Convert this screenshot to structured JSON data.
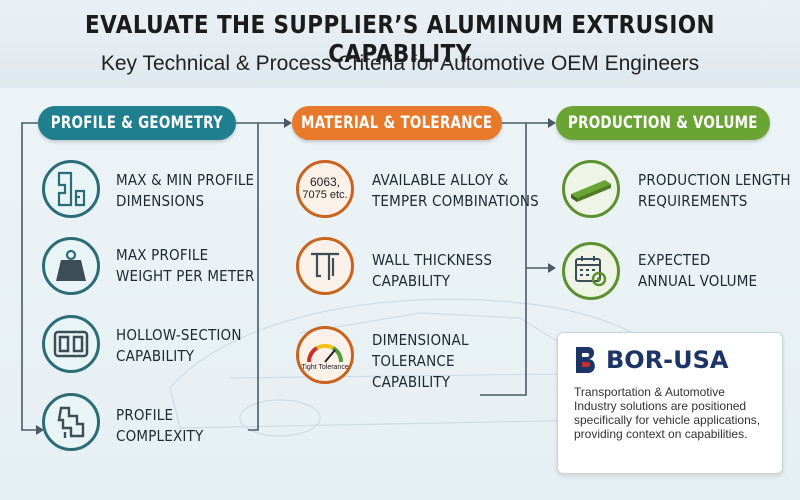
{
  "header": {
    "title": "EVALUATE THE SUPPLIER’S ALUMINUM EXTRUSION CAPABILITY",
    "subtitle": "Key Technical & Process Criteria for Automotive OEM Engineers"
  },
  "columns": [
    {
      "heading": "PROFILE & GEOMETRY",
      "accent": "#1f7f8f",
      "items": [
        {
          "icon": "profile-dimensions-icon",
          "lines": [
            "MAX & MIN PROFILE",
            "DIMENSIONS"
          ]
        },
        {
          "icon": "weight-icon",
          "lines": [
            "MAX PROFILE",
            "WEIGHT PER METER"
          ]
        },
        {
          "icon": "hollow-section-icon",
          "lines": [
            "HOLLOW-SECTION",
            "CAPABILITY"
          ]
        },
        {
          "icon": "complex-profile-icon",
          "lines": [
            "PROFILE",
            "COMPLEXITY"
          ]
        }
      ]
    },
    {
      "heading": "MATERIAL & TOLERANCE",
      "accent": "#e8782a",
      "items": [
        {
          "icon": "alloy-icon",
          "icon_text": [
            "6063,",
            "7075 etc."
          ],
          "lines": [
            "AVAILABLE ALLOY &",
            "TEMPER COMBINATIONS"
          ]
        },
        {
          "icon": "caliper-icon",
          "lines": [
            "WALL THICKNESS",
            "CAPABILITY"
          ]
        },
        {
          "icon": "gauge-icon",
          "icon_text": [
            "Tight Tolerance"
          ],
          "lines": [
            "DIMENSIONAL",
            "TOLERANCE",
            "CAPABILITY"
          ]
        }
      ]
    },
    {
      "heading": "PRODUCTION & VOLUME",
      "accent": "#6aa533",
      "items": [
        {
          "icon": "extrusion-bar-icon",
          "lines": [
            "PRODUCTION LENGTH",
            "REQUIREMENTS"
          ]
        },
        {
          "icon": "calendar-gear-icon",
          "lines": [
            "EXPECTED",
            "ANNUAL VOLUME"
          ]
        }
      ]
    }
  ],
  "brand_card": {
    "name": "BOR-USA",
    "lines": [
      "Transportation & Automotive",
      "Industry solutions are positioned",
      "specifically for vehicle applications,",
      "providing context on capabilities."
    ]
  },
  "colors": {
    "teal": "#1f7f8f",
    "orange": "#e8782a",
    "green": "#6aa533",
    "brand_navy": "#1d3566",
    "brand_red": "#c8312b"
  }
}
